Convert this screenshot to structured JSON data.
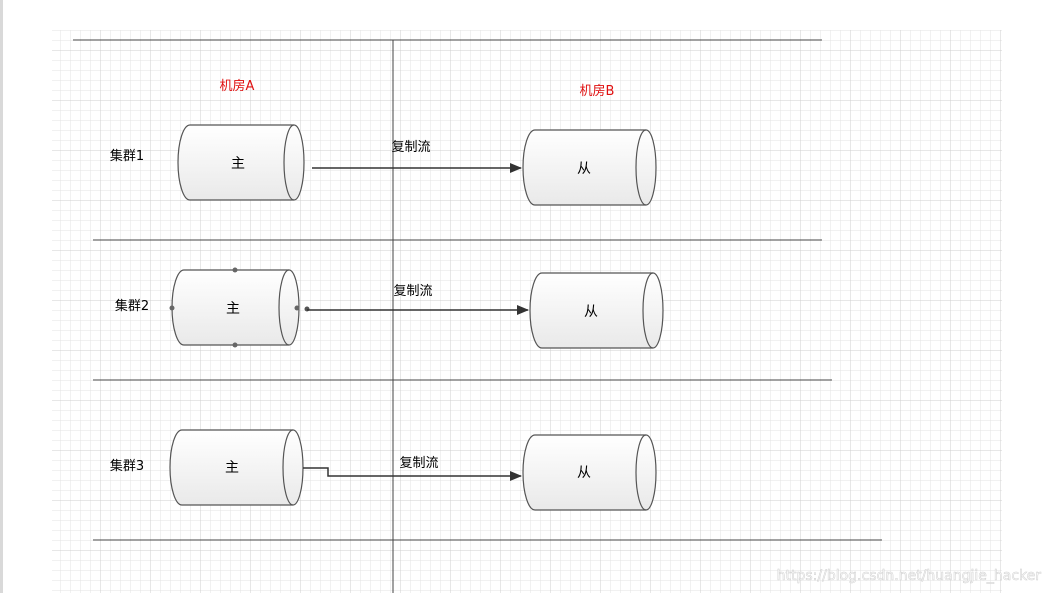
{
  "rooms": {
    "a_label": "机房A",
    "b_label": "机房B"
  },
  "clusters": [
    {
      "label": "集群1",
      "master": "主",
      "slave": "从",
      "flow": "复制流"
    },
    {
      "label": "集群2",
      "master": "主",
      "slave": "从",
      "flow": "复制流"
    },
    {
      "label": "集群3",
      "master": "主",
      "slave": "从",
      "flow": "复制流"
    }
  ],
  "watermark": "https://blog.csdn.net/huangjie_hacker",
  "colors": {
    "room_label": "#e01010",
    "grid": "#dcdcdc",
    "line": "#444444",
    "arrow": "#333333"
  }
}
